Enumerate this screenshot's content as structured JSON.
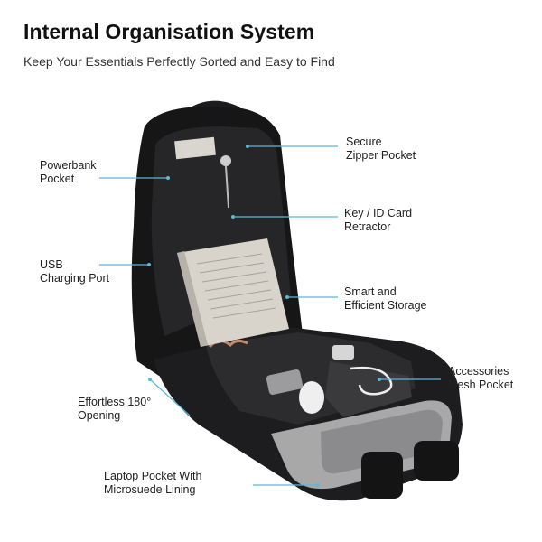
{
  "header": {
    "title": "Internal Organisation System",
    "subtitle": "Keep Your Essentials Perfectly Sorted and Easy to Find"
  },
  "callouts": {
    "secure_zipper": "Secure\nZipper Pocket",
    "powerbank": "Powerbank\nPocket",
    "key_retractor": "Key / ID Card\nRetractor",
    "usb_port": "USB\nCharging Port",
    "smart_storage": "Smart and\nEfficient Storage",
    "mesh_pocket": "Accessories\nMesh Pocket",
    "opening": "Effortless 180°\nOpening",
    "laptop_pocket": "Laptop Pocket With\nMicrosuede Lining"
  },
  "colors": {
    "leader_line": "#5bb8d6",
    "bag_body": "#1c1c1e",
    "bag_lining": "#2a2a2c",
    "book_cover": "#d8d4cc",
    "laptop": "#8a8a8c",
    "laptop_sleeve": "#a7a7a7"
  }
}
